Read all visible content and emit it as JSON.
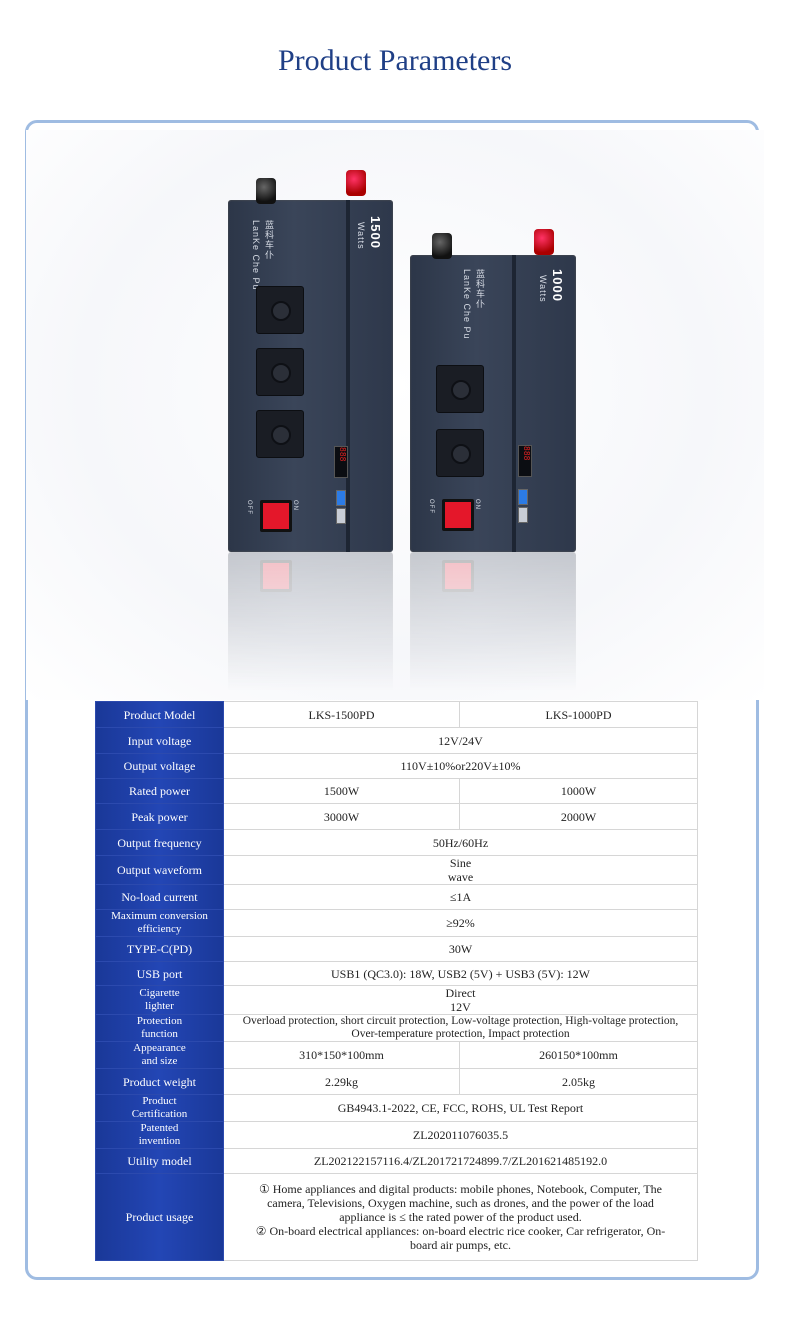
{
  "page": {
    "title": "Product Parameters"
  },
  "photo": {
    "unit_a": {
      "brand": "蓝科车仆",
      "brand_sub": "LanKe Che Pu",
      "watts": "1500",
      "watts_unit": "Watts",
      "switch_off": "OFF",
      "switch_on": "ON"
    },
    "unit_b": {
      "brand": "蓝科车仆",
      "brand_sub": "LanKe Che Pu",
      "watts": "1000",
      "watts_unit": "Watts",
      "switch_off": "OFF",
      "switch_on": "ON"
    },
    "display_digits": "888"
  },
  "specs": {
    "model_label": "Product Model",
    "model_a": "LKS-1500PD",
    "model_b": "LKS-1000PD",
    "rows": [
      {
        "label": "Input voltage",
        "value": "12V/24V"
      },
      {
        "label": "Output voltage",
        "value": "110V±10%or220V±10%"
      },
      {
        "label": "Rated power",
        "a": "1500W",
        "b": "1000W"
      },
      {
        "label": "Peak power",
        "a": "3000W",
        "b": "2000W"
      },
      {
        "label": "Output frequency",
        "value": "50Hz/60Hz"
      },
      {
        "label": "Output waveform",
        "value": "Sine wave"
      },
      {
        "label": "No-load current",
        "value": "≤1A"
      },
      {
        "label": "Maximum conversion efficiency",
        "value": "≥92%"
      },
      {
        "label": "TYPE-C(PD)",
        "value": "30W"
      },
      {
        "label": "USB port",
        "value": "USB1 (QC3.0): 18W, USB2 (5V) + USB3 (5V): 12W"
      },
      {
        "label": "Cigarette lighter",
        "value": "Direct 12V"
      },
      {
        "label": "Protection function",
        "value": "Overload protection, short circuit protection, Low-voltage protection, High-voltage protection, Over-temperature protection, Impact protection"
      },
      {
        "label": "Appearance and size",
        "a": "310*150*100mm",
        "b": "260150*100mm"
      },
      {
        "label": "Product weight",
        "a": "2.29kg",
        "b": "2.05kg"
      },
      {
        "label": "Product Certification",
        "value": "GB4943.1-2022, CE, FCC, ROHS, UL Test Report"
      },
      {
        "label": "Patented invention",
        "value": "ZL202011076035.5"
      },
      {
        "label": "Utility model",
        "value": "ZL202122157116.4/ZL201721724899.7/ZL201621485192.0"
      }
    ],
    "usage_label": "Product usage",
    "usage_line1": "① Home appliances and digital products: mobile phones, Notebook, Computer, The camera, Televisions, Oxygen machine, such as drones, and the power of the load appliance is ≤ the rated power of the product used.",
    "usage_line2": "② On-board electrical appliances: on-board electric rice cooker, Car refrigerator, On-board air pumps, etc."
  }
}
